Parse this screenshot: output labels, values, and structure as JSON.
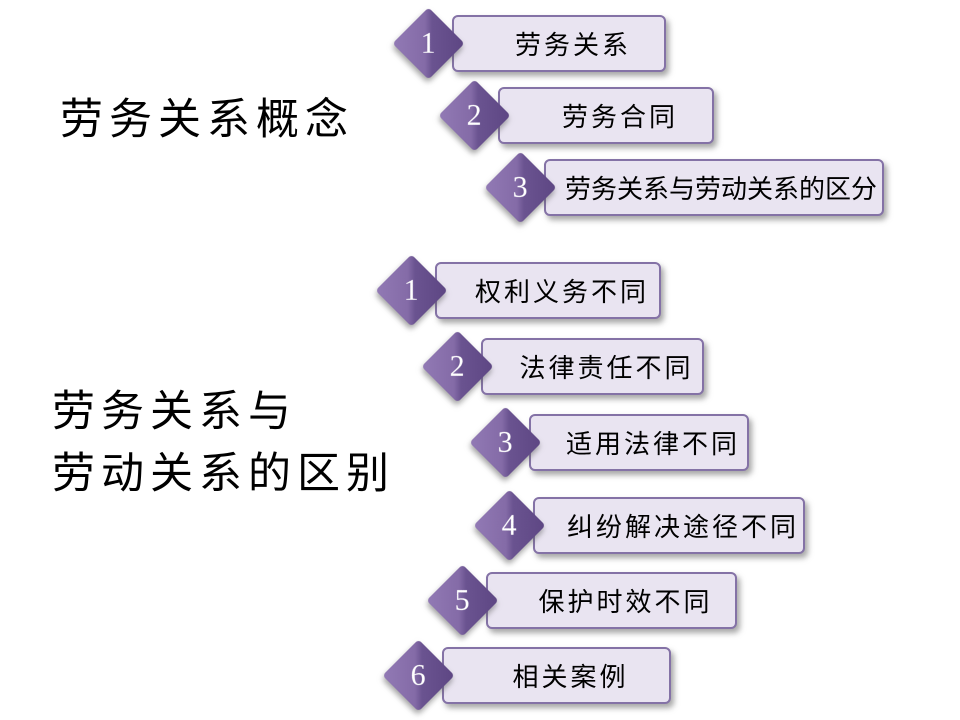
{
  "slide": {
    "background": "#ffffff",
    "colors": {
      "diamond_light": "#927ab5",
      "diamond_dark": "#5d4683",
      "bar_fill": "#e9e4f1",
      "bar_border": "#8472a6",
      "label_text": "#000000",
      "number_text": "#ffffff"
    }
  },
  "sections": [
    {
      "title": "劳务关系概念",
      "title_lines": [
        "劳务关系概念"
      ],
      "items": [
        {
          "number": "1",
          "label": "劳务关系"
        },
        {
          "number": "2",
          "label": "劳务合同"
        },
        {
          "number": "3",
          "label": "劳务关系与劳动关系的区分"
        }
      ]
    },
    {
      "title": "劳务关系与劳动关系的区别",
      "title_lines": [
        "劳务关系与",
        "劳动关系的区别"
      ],
      "items": [
        {
          "number": "1",
          "label": "权利义务不同"
        },
        {
          "number": "2",
          "label": "法律责任不同"
        },
        {
          "number": "3",
          "label": "适用法律不同"
        },
        {
          "number": "4",
          "label": "纠纷解决途径不同"
        },
        {
          "number": "5",
          "label": "保护时效不同"
        },
        {
          "number": "6",
          "label": "相关案例"
        }
      ]
    }
  ]
}
